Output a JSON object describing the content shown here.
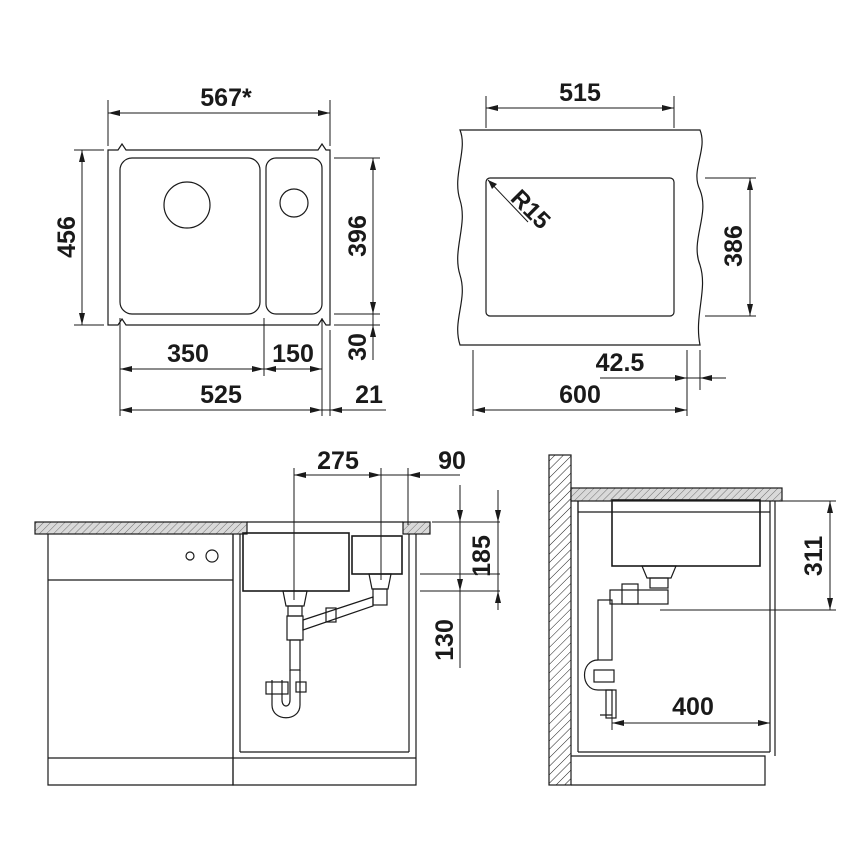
{
  "top_view": {
    "dim_total_width": "567*",
    "dim_height": "456",
    "dim_bowl_height": "396",
    "dim_bowl_main": "350",
    "dim_bowl_small": "150",
    "dim_cabinet_offset": "30",
    "dim_base_width": "525",
    "dim_edge": "21"
  },
  "cutout_view": {
    "dim_cutout_width": "515",
    "dim_radius": "R15",
    "dim_cutout_height": "386",
    "dim_offset": "42.5",
    "dim_cabinet_width": "600"
  },
  "front_view": {
    "dim_drain_distance": "275",
    "dim_small_drain": "90",
    "dim_depth": "185",
    "dim_drain_height": "130"
  },
  "side_view": {
    "dim_total_depth": "311",
    "dim_drain_offset": "400"
  }
}
